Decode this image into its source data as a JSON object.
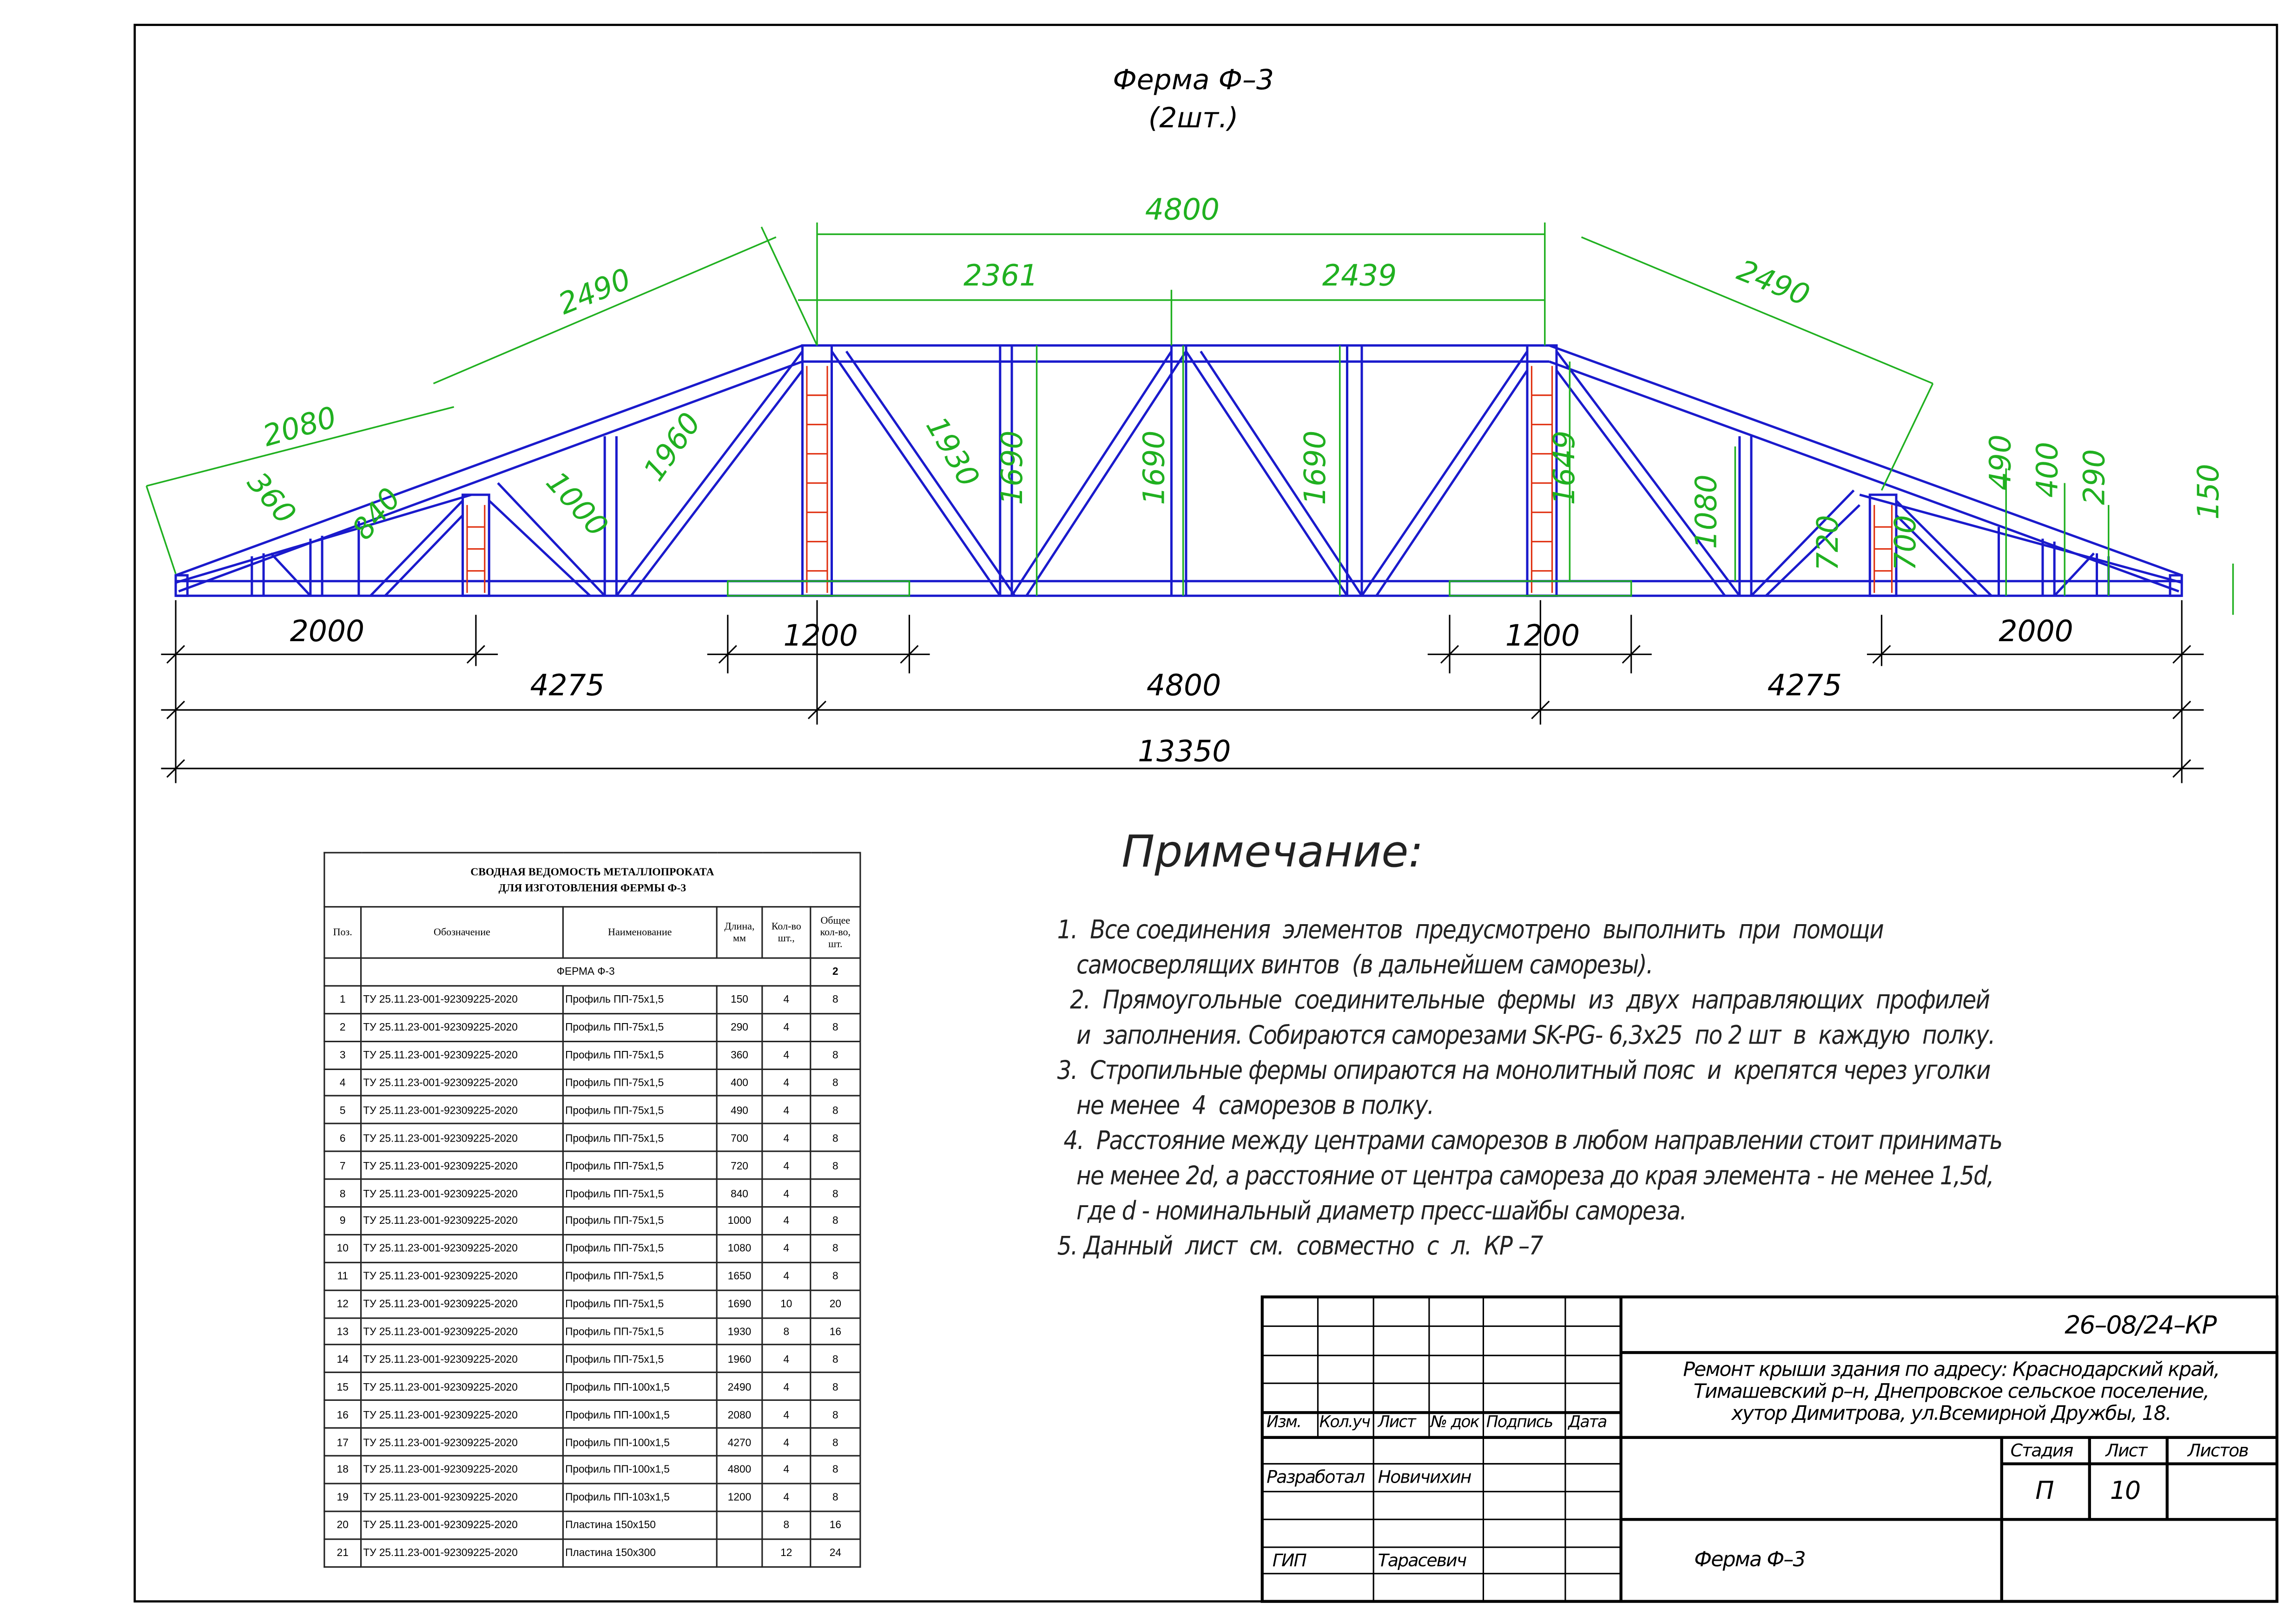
{
  "drawing": {
    "title": "Ферма Ф–3",
    "subtitle": "(2шт.)",
    "colors": {
      "truss": "#1a1acc",
      "dimension": "#20b020",
      "infill": "#e03010",
      "line": "#000000"
    },
    "green_dims": {
      "top_span": "4800",
      "top_left": "2361",
      "top_right": "2439",
      "slope_left_upper": "2490",
      "slope_right_upper": "2490",
      "slope_left_lower": "2080",
      "d360": "360",
      "d840": "840",
      "d1000": "1000",
      "d1960": "1960",
      "d1930": "1930",
      "h1690_a": "1690",
      "h1690_b": "1690",
      "h1690_c": "1690",
      "h1649": "1649",
      "h1080": "1080",
      "h720": "720",
      "h700": "700",
      "h490": "490",
      "h400": "400",
      "h290": "290",
      "h150": "150"
    },
    "black_dims": {
      "left_2000": "2000",
      "left_1200": "1200",
      "right_1200": "1200",
      "right_2000": "2000",
      "left_4275": "4275",
      "mid_4800": "4800",
      "right_4275": "4275",
      "total": "13350"
    }
  },
  "spec_table": {
    "title_line1": "СВОДНАЯ ВЕДОМОСТЬ  МЕТАЛЛОПРОКАТА",
    "title_line2": "ДЛЯ  ИЗГОТОВЛЕНИЯ ФЕРМЫ  Ф-3",
    "headers": [
      "Поз.",
      "Обозначение",
      "Наименование",
      "Длина, мм",
      "Кол-во шт.,",
      "Общее кол-во, шт."
    ],
    "group_label": "ФЕРМА  Ф-3",
    "group_total": "2",
    "rows": [
      [
        "1",
        "ТУ 25.11.23-001-92309225-2020",
        "Профиль  ПП-75х1,5",
        "150",
        "4",
        "8"
      ],
      [
        "2",
        "ТУ 25.11.23-001-92309225-2020",
        "Профиль  ПП-75х1,5",
        "290",
        "4",
        "8"
      ],
      [
        "3",
        "ТУ 25.11.23-001-92309225-2020",
        "Профиль  ПП-75х1,5",
        "360",
        "4",
        "8"
      ],
      [
        "4",
        "ТУ 25.11.23-001-92309225-2020",
        "Профиль  ПП-75х1,5",
        "400",
        "4",
        "8"
      ],
      [
        "5",
        "ТУ 25.11.23-001-92309225-2020",
        "Профиль  ПП-75х1,5",
        "490",
        "4",
        "8"
      ],
      [
        "6",
        "ТУ 25.11.23-001-92309225-2020",
        "Профиль  ПП-75х1,5",
        "700",
        "4",
        "8"
      ],
      [
        "7",
        "ТУ 25.11.23-001-92309225-2020",
        "Профиль  ПП-75х1,5",
        "720",
        "4",
        "8"
      ],
      [
        "8",
        "ТУ 25.11.23-001-92309225-2020",
        "Профиль  ПП-75х1,5",
        "840",
        "4",
        "8"
      ],
      [
        "9",
        "ТУ 25.11.23-001-92309225-2020",
        "Профиль  ПП-75х1,5",
        "1000",
        "4",
        "8"
      ],
      [
        "10",
        "ТУ 25.11.23-001-92309225-2020",
        "Профиль  ПП-75х1,5",
        "1080",
        "4",
        "8"
      ],
      [
        "11",
        "ТУ 25.11.23-001-92309225-2020",
        "Профиль  ПП-75х1,5",
        "1650",
        "4",
        "8"
      ],
      [
        "12",
        "ТУ 25.11.23-001-92309225-2020",
        "Профиль  ПП-75х1,5",
        "1690",
        "10",
        "20"
      ],
      [
        "13",
        "ТУ 25.11.23-001-92309225-2020",
        "Профиль  ПП-75х1,5",
        "1930",
        "8",
        "16"
      ],
      [
        "14",
        "ТУ 25.11.23-001-92309225-2020",
        "Профиль  ПП-75х1,5",
        "1960",
        "4",
        "8"
      ],
      [
        "15",
        "ТУ 25.11.23-001-92309225-2020",
        "Профиль  ПП-100х1,5",
        "2490",
        "4",
        "8"
      ],
      [
        "16",
        "ТУ 25.11.23-001-92309225-2020",
        "Профиль  ПП-100х1,5",
        "2080",
        "4",
        "8"
      ],
      [
        "17",
        "ТУ 25.11.23-001-92309225-2020",
        "Профиль  ПП-100х1,5",
        "4270",
        "4",
        "8"
      ],
      [
        "18",
        "ТУ 25.11.23-001-92309225-2020",
        "Профиль  ПП-100х1,5",
        "4800",
        "4",
        "8"
      ],
      [
        "19",
        "ТУ 25.11.23-001-92309225-2020",
        "Профиль  ПП-103х1,5",
        "1200",
        "4",
        "8"
      ],
      [
        "20",
        "ТУ 25.11.23-001-92309225-2020",
        "Пластина   150х150",
        "",
        "8",
        "16"
      ],
      [
        "21",
        "ТУ 25.11.23-001-92309225-2020",
        "Пластина   150х300",
        "",
        "12",
        "24"
      ]
    ]
  },
  "notes": {
    "title": "Примечание:",
    "lines": [
      "1.  Все соединения  элементов  предусмотрено  выполнить  при  помощи",
      "   самосверлящих винтов  (в дальнейшем саморезы).",
      "  2.  Прямоугольные  соединительные  фермы  из  двух  направляющих  профилей",
      "   и  заполнения. Собираются саморезами SK-PG- 6,3х25  по 2 шт  в  каждую  полку.",
      "3.  Стропильные фермы опираются на монолитный пояс  и  крепятся через уголки",
      "   не менее  4  саморезов в полку.",
      " 4.  Расстояние между центрами саморезов в любом направлении стоит принимать",
      "   не менее 2d, а расстояние от центра самореза до края элемента - не менее 1,5d,",
      "   где d - номинальный диаметр пресс-шайбы самореза.",
      "5. Данный  лист  см.  совместно  с  л.  КР –7"
    ]
  },
  "title_block": {
    "code": "26–08/24–КР",
    "project_line1": "Ремонт крыши здания по адресу:  Краснодарский край,",
    "project_line2": "Тимашевский р–н, Днепровское сельское поселение,",
    "project_line3": "хутор Димитрова, ул.Всемирной Дружбы, 18.",
    "col_headers": [
      "Изм.",
      "Кол.уч",
      "Лист",
      "№ док",
      "Подпись",
      "Дата"
    ],
    "role_developed": "Разработал",
    "name_developed": "Новичихин",
    "role_chief": "ГИП",
    "name_chief": "Тарасевич",
    "stage_label": "Стадия",
    "sheet_label": "Лист",
    "sheets_label": "Листов",
    "stage_value": "П",
    "sheet_value": "10",
    "sheets_value": "",
    "sheet_name": "Ферма Ф–3"
  }
}
